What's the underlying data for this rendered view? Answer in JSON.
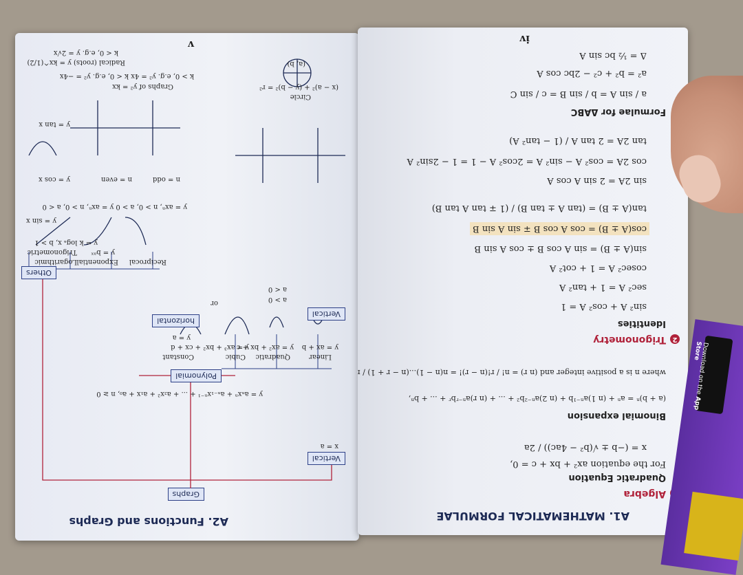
{
  "left_page": {
    "title": "A2. Functions and Graphs",
    "page_number": "v",
    "root": "Graphs",
    "categories": [
      "Vertical",
      "Polynomial",
      "Others"
    ],
    "vertical_eq": "x = a",
    "polynomial_eq": "y = aₙxⁿ + aₙ₋₁xⁿ⁻¹ + ... + a₂x² + a₁x + a₀, n ≥ 0",
    "poly_types": [
      "Linear",
      "Quadratic",
      "Cubic",
      "Constant"
    ],
    "linear_eq": "y = ax + b",
    "quadratic_eq": "y = ax² + bx + c",
    "cubic_eq": "y = ax³ + bx² + cx + d",
    "constant_eq": "y = a",
    "horizontal": "horizontal",
    "vertical_label": "Vertical",
    "a_pos": "a > 0",
    "a_neg": "a < 0",
    "or_label": "or",
    "circle_label": "Circle",
    "circle_eq": "(x − a)² + (y − b)² = r²",
    "circle_center": "(a, b)",
    "other_types": [
      "Reciprocal",
      "Exponential",
      "Logarithmic",
      "Trigonometric"
    ],
    "reciprocal_eq": "y = axⁿ, n > 0, a > 0   y = axⁿ, n > 0, a < 0",
    "exponential_eq": "y = bᵃˣ",
    "logarithmic_eq": "y = k logₐ x, b > 1",
    "graphs_of": "Graphs of y² = kx",
    "graphs_k": "k > 0, e.g. y² = 4x   k < 0, e.g. y² = −4x",
    "radical_label": "Radical (roots) y = kx^(1/2)",
    "radical_k": "k < 0, e.g. y = 2√x",
    "trig_labels": [
      "y = sin x",
      "y = cos x",
      "y = tan x"
    ],
    "recip_sub": [
      "n = odd",
      "n = even"
    ]
  },
  "right_page": {
    "title": "A1. MATHEMATICAL FORMULAE",
    "page_number": "iv",
    "algebra": {
      "number": "1",
      "heading": "Algebra",
      "quad_title": "Quadratic Equation",
      "quad_intro": "For the equation ax² + bx + c = 0,",
      "quad_formula": "x = (−b ± √(b² − 4ac)) / 2a",
      "binom_title": "Binomial expansion",
      "binom_formula": "(a + b)ⁿ = aⁿ + (n 1)aⁿ⁻¹b + (n 2)aⁿ⁻²b² + ... + (n r)aⁿ⁻ʳbʳ + ... + bⁿ,",
      "binom_where": "where n is a positive integer and (n r) = n! / r!(n − r)! = n(n − 1)...(n − r + 1) / r!"
    },
    "trigonometry": {
      "number": "2",
      "heading": "Trigonometry",
      "identities_title": "Identities",
      "identities": [
        "sin² A + cos² A = 1",
        "sec² A = 1 + tan² A",
        "cosec² A = 1 + cot² A",
        "sin(A ± B) = sin A cos B ± cos A sin B",
        "cos(A ± B) = cos A cos B ∓ sin A sin B",
        "tan(A ± B) = (tan A ± tan B) / (1 ∓ tan A tan B)",
        "sin 2A = 2 sin A cos A",
        "cos 2A = cos² A − sin² A = 2cos² A − 1 = 1 − 2sin² A",
        "tan 2A = 2 tan A / (1 − tan² A)"
      ],
      "triangle_title": "Formulae for ΔABC",
      "triangle": [
        "a / sin A = b / sin B = c / sin C",
        "a² = b² + c² − 2bc cos A",
        "Δ = ½ bc sin A"
      ]
    }
  },
  "book": {
    "app_store": "App Store",
    "download": "Download on the"
  }
}
